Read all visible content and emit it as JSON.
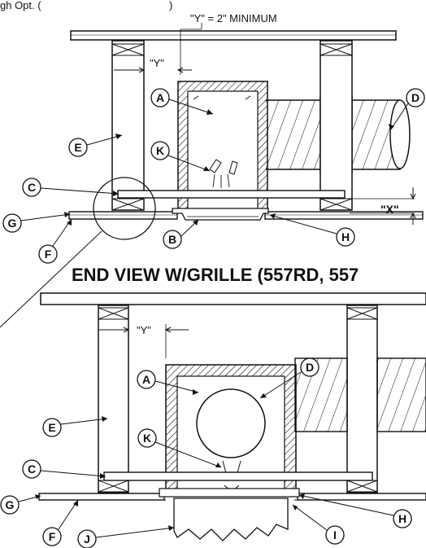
{
  "top_note_partial": "gh Opt. (",
  "top_note_paren": ")",
  "y_minimum_note": "\"Y\" = 2\" MINIMUM",
  "dim_y": "\"Y\"",
  "dim_x": "\"X\"",
  "section_heading": "END VIEW W/GRILLE (557RD, 557",
  "callouts_top": [
    "A",
    "D",
    "E",
    "K",
    "C",
    "G",
    "F",
    "B",
    "H"
  ],
  "callouts_bottom": [
    "A",
    "D",
    "E",
    "K",
    "C",
    "G",
    "F",
    "H",
    "I",
    "J"
  ]
}
